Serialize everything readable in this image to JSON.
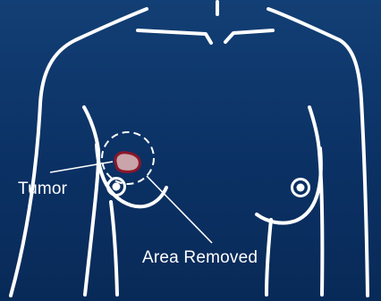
{
  "labels": {
    "tumor": "Tumor",
    "area_removed": "Area Removed"
  },
  "colors": {
    "background": "#0b3164",
    "outline": "#ffffff",
    "tumor_fill": "#c9a4aa",
    "tumor_border": "#8c1628"
  },
  "icons": {
    "tumor": "tumor-mark",
    "removed_area": "dashed-circle",
    "nipple": "ring-dot"
  }
}
